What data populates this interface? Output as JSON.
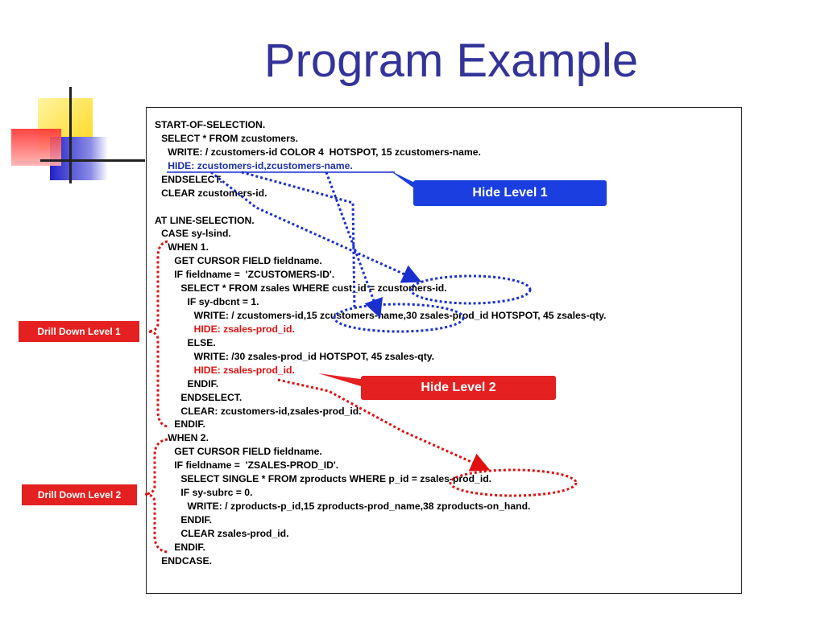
{
  "slide": {
    "title": "Program Example"
  },
  "code_lines": [
    {
      "text": "START-OF-SELECTION.",
      "indent": 0,
      "style": "normal"
    },
    {
      "text": "SELECT * FROM zcustomers.",
      "indent": 1,
      "style": "normal"
    },
    {
      "text": "WRITE: / zcustomers-id COLOR 4  HOTSPOT, 15 zcustomers-name.",
      "indent": 2,
      "style": "normal"
    },
    {
      "text": "HIDE: zcustomers-id,zcustomers-name.",
      "indent": 2,
      "style": "blue"
    },
    {
      "text": "ENDSELECT.",
      "indent": 1,
      "style": "normal"
    },
    {
      "text": "CLEAR zcustomers-id.",
      "indent": 1,
      "style": "normal"
    },
    {
      "text": "",
      "indent": 0,
      "style": "normal"
    },
    {
      "text": "AT LINE-SELECTION.",
      "indent": 0,
      "style": "normal"
    },
    {
      "text": "CASE sy-lsind.",
      "indent": 1,
      "style": "normal"
    },
    {
      "text": "WHEN 1.",
      "indent": 2,
      "style": "normal"
    },
    {
      "text": "GET CURSOR FIELD fieldname.",
      "indent": 3,
      "style": "normal"
    },
    {
      "text": "IF fieldname =  'ZCUSTOMERS-ID'.",
      "indent": 3,
      "style": "normal"
    },
    {
      "text": "SELECT * FROM zsales WHERE cust_id = zcustomers-id.",
      "indent": 4,
      "style": "normal"
    },
    {
      "text": "IF sy-dbcnt = 1.",
      "indent": 5,
      "style": "normal"
    },
    {
      "text": "WRITE: / zcustomers-id,15 zcustomers-name,30 zsales-prod_id HOTSPOT, 45 zsales-qty.",
      "indent": 6,
      "style": "normal"
    },
    {
      "text": "HIDE: zsales-prod_id.",
      "indent": 6,
      "style": "red"
    },
    {
      "text": "ELSE.",
      "indent": 5,
      "style": "normal"
    },
    {
      "text": "WRITE: /30 zsales-prod_id HOTSPOT, 45 zsales-qty.",
      "indent": 6,
      "style": "normal"
    },
    {
      "text": "HIDE: zsales-prod_id.",
      "indent": 6,
      "style": "red"
    },
    {
      "text": "ENDIF.",
      "indent": 5,
      "style": "normal"
    },
    {
      "text": "ENDSELECT.",
      "indent": 4,
      "style": "normal"
    },
    {
      "text": "CLEAR: zcustomers-id,zsales-prod_id.",
      "indent": 4,
      "style": "normal"
    },
    {
      "text": "ENDIF.",
      "indent": 3,
      "style": "normal"
    },
    {
      "text": "WHEN 2.",
      "indent": 2,
      "style": "normal"
    },
    {
      "text": "GET CURSOR FIELD fieldname.",
      "indent": 3,
      "style": "normal"
    },
    {
      "text": "IF fieldname =  'ZSALES-PROD_ID'.",
      "indent": 3,
      "style": "normal"
    },
    {
      "text": "SELECT SINGLE * FROM zproducts WHERE p_id = zsales-prod_id.",
      "indent": 4,
      "style": "normal"
    },
    {
      "text": "IF sy-subrc = 0.",
      "indent": 4,
      "style": "normal"
    },
    {
      "text": "WRITE: / zproducts-p_id,15 zproducts-prod_name,38 zproducts-on_hand.",
      "indent": 5,
      "style": "normal"
    },
    {
      "text": "ENDIF.",
      "indent": 4,
      "style": "normal"
    },
    {
      "text": "CLEAR zsales-prod_id.",
      "indent": 4,
      "style": "normal"
    },
    {
      "text": "ENDIF.",
      "indent": 3,
      "style": "normal"
    },
    {
      "text": "ENDCASE.",
      "indent": 1,
      "style": "normal"
    }
  ],
  "callouts": {
    "hide_level_1": "Hide Level 1",
    "hide_level_2": "Hide Level 2",
    "drill_down_level_1": "Drill Down Level 1",
    "drill_down_level_2": "Drill Down Level 2"
  },
  "colors": {
    "title": "#33339a",
    "hide_level_1_bg": "#1a3ee0",
    "hide_level_2_bg": "#e42020",
    "drill_down_bg": "#e42020",
    "blue_highlight": "#1f2fb0",
    "red_highlight": "#e01010",
    "decor_yellow": "#ffd81a",
    "decor_blue": "#3b3bd6",
    "decor_red": "#ff5a5a"
  }
}
